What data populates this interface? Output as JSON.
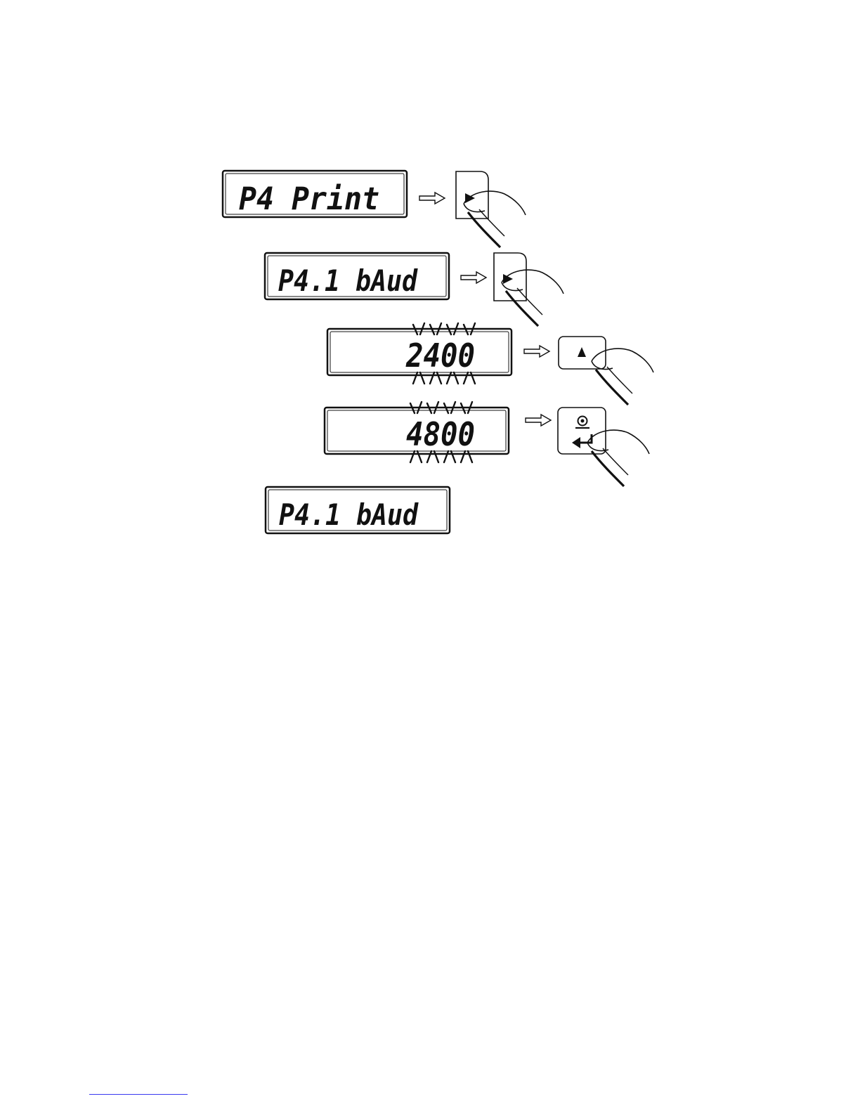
{
  "steps": [
    {
      "display": "P4 Print",
      "key": "right-arrow-key",
      "blinking": false
    },
    {
      "display": "P4.1 bAud",
      "key": "right-arrow-key",
      "blinking": false
    },
    {
      "display": "2400",
      "key": "up-arrow-key",
      "blinking": true
    },
    {
      "display": "4800",
      "key": "enter-key",
      "blinking": true
    },
    {
      "display": "P4.1 bAud",
      "key": null,
      "blinking": false
    }
  ],
  "colors": {
    "ink": "#111111",
    "footer_rule": "#3a3af0"
  }
}
